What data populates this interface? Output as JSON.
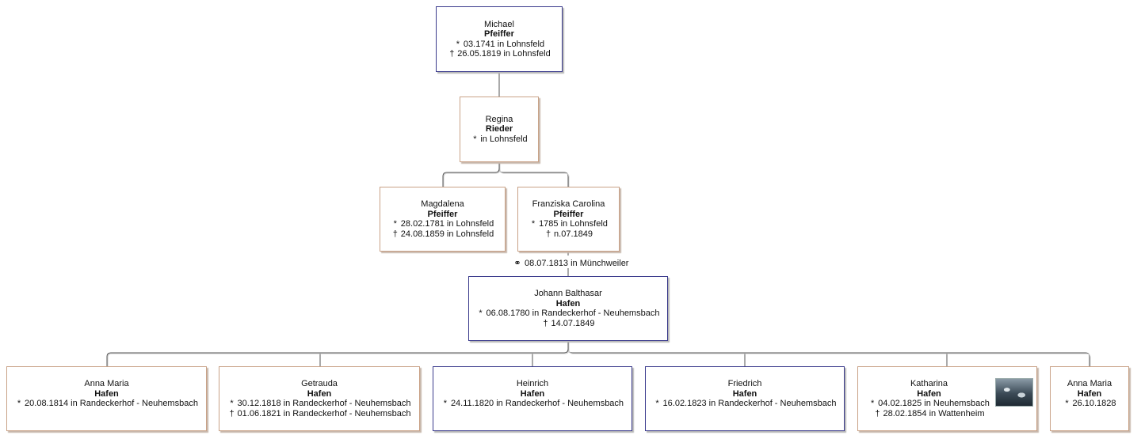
{
  "persons": {
    "michael": {
      "given": "Michael",
      "surname": "Pfeiffer",
      "birth": "03.1741 in Lohnsfeld",
      "death": "26.05.1819 in Lohnsfeld"
    },
    "regina": {
      "given": "Regina",
      "surname": "Rieder",
      "birth": "in Lohnsfeld"
    },
    "magdalena": {
      "given": "Magdalena",
      "surname": "Pfeiffer",
      "birth": "28.02.1781 in Lohnsfeld",
      "death": "24.08.1859 in Lohnsfeld"
    },
    "franziska": {
      "given": "Franziska Carolina",
      "surname": "Pfeiffer",
      "birth": "1785 in Lohnsfeld",
      "death": "n.07.1849"
    },
    "johann": {
      "given": "Johann Balthasar",
      "surname": "Hafen",
      "birth": "06.08.1780 in Randeckerhof - Neuhemsbach",
      "death": "14.07.1849"
    },
    "anna1": {
      "given": "Anna Maria",
      "surname": "Hafen",
      "birth": "20.08.1814 in Randeckerhof - Neuhemsbach"
    },
    "getrauda": {
      "given": "Getrauda",
      "surname": "Hafen",
      "birth": "30.12.1818 in Randeckerhof - Neuhemsbach",
      "death": "01.06.1821 in Randeckerhof - Neuhemsbach"
    },
    "heinrich": {
      "given": "Heinrich",
      "surname": "Hafen",
      "birth": "24.11.1820 in Randeckerhof - Neuhemsbach"
    },
    "friedrich": {
      "given": "Friedrich",
      "surname": "Hafen",
      "birth": "16.02.1823 in Randeckerhof - Neuhemsbach"
    },
    "katharina": {
      "given": "Katharina",
      "surname": "Hafen",
      "birth": "04.02.1825 in Neuhemsbach",
      "death": "28.02.1854 in Wattenheim"
    },
    "anna2": {
      "given": "Anna Maria",
      "surname": "Hafen",
      "birth": "26.10.1828"
    }
  },
  "marriage": {
    "text": "08.07.1813 in Münchweiler"
  },
  "symbols": {
    "birth": "*",
    "death": "†",
    "marriage": "⚭"
  },
  "colors": {
    "male_border": "#3a3a8c",
    "female_border": "#c9a287",
    "connector": "#555555"
  },
  "icons": {
    "birth": "birth-star-icon",
    "death": "death-cross-icon",
    "marriage": "marriage-rings-icon",
    "photo": "person-photo-thumbnail"
  }
}
